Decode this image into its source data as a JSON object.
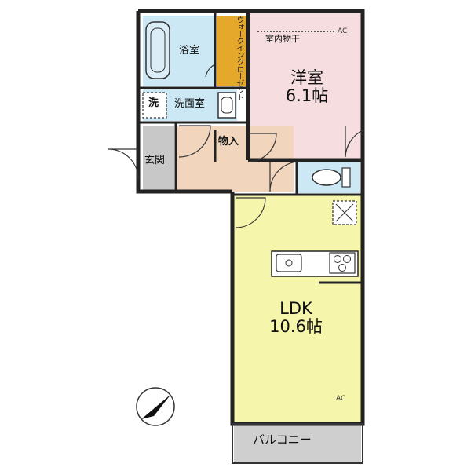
{
  "rooms": {
    "western": {
      "name": "洋室",
      "size": "6.1帖"
    },
    "ldk": {
      "name": "LDK",
      "size": "10.6帖"
    },
    "bath": "浴室",
    "washroom": "洗面室",
    "entrance": "玄関",
    "storage": "物入",
    "walk_in_closet": "ウォークインクローゼット",
    "balcony": "バルコニー"
  },
  "labels": {
    "drying": "室内物干",
    "washer": "洗",
    "ac_top": "AC",
    "ac_bottom": "AC"
  },
  "icons": [
    "north-arrow-icon",
    "sink-icon",
    "stove-icon",
    "toilet-icon",
    "washbasin-icon",
    "ventilation-fan-icon",
    "bathtub-icon"
  ],
  "colors": {
    "western_room": "#f6dde0",
    "ldk": "#f5f5ac",
    "bath": "#cce8f4",
    "corridor": "#f2d5bd",
    "closet": "#e6a82a",
    "entrance": "#c8c8c8",
    "balcony": "#cfcfcf",
    "wall": "#222222"
  }
}
